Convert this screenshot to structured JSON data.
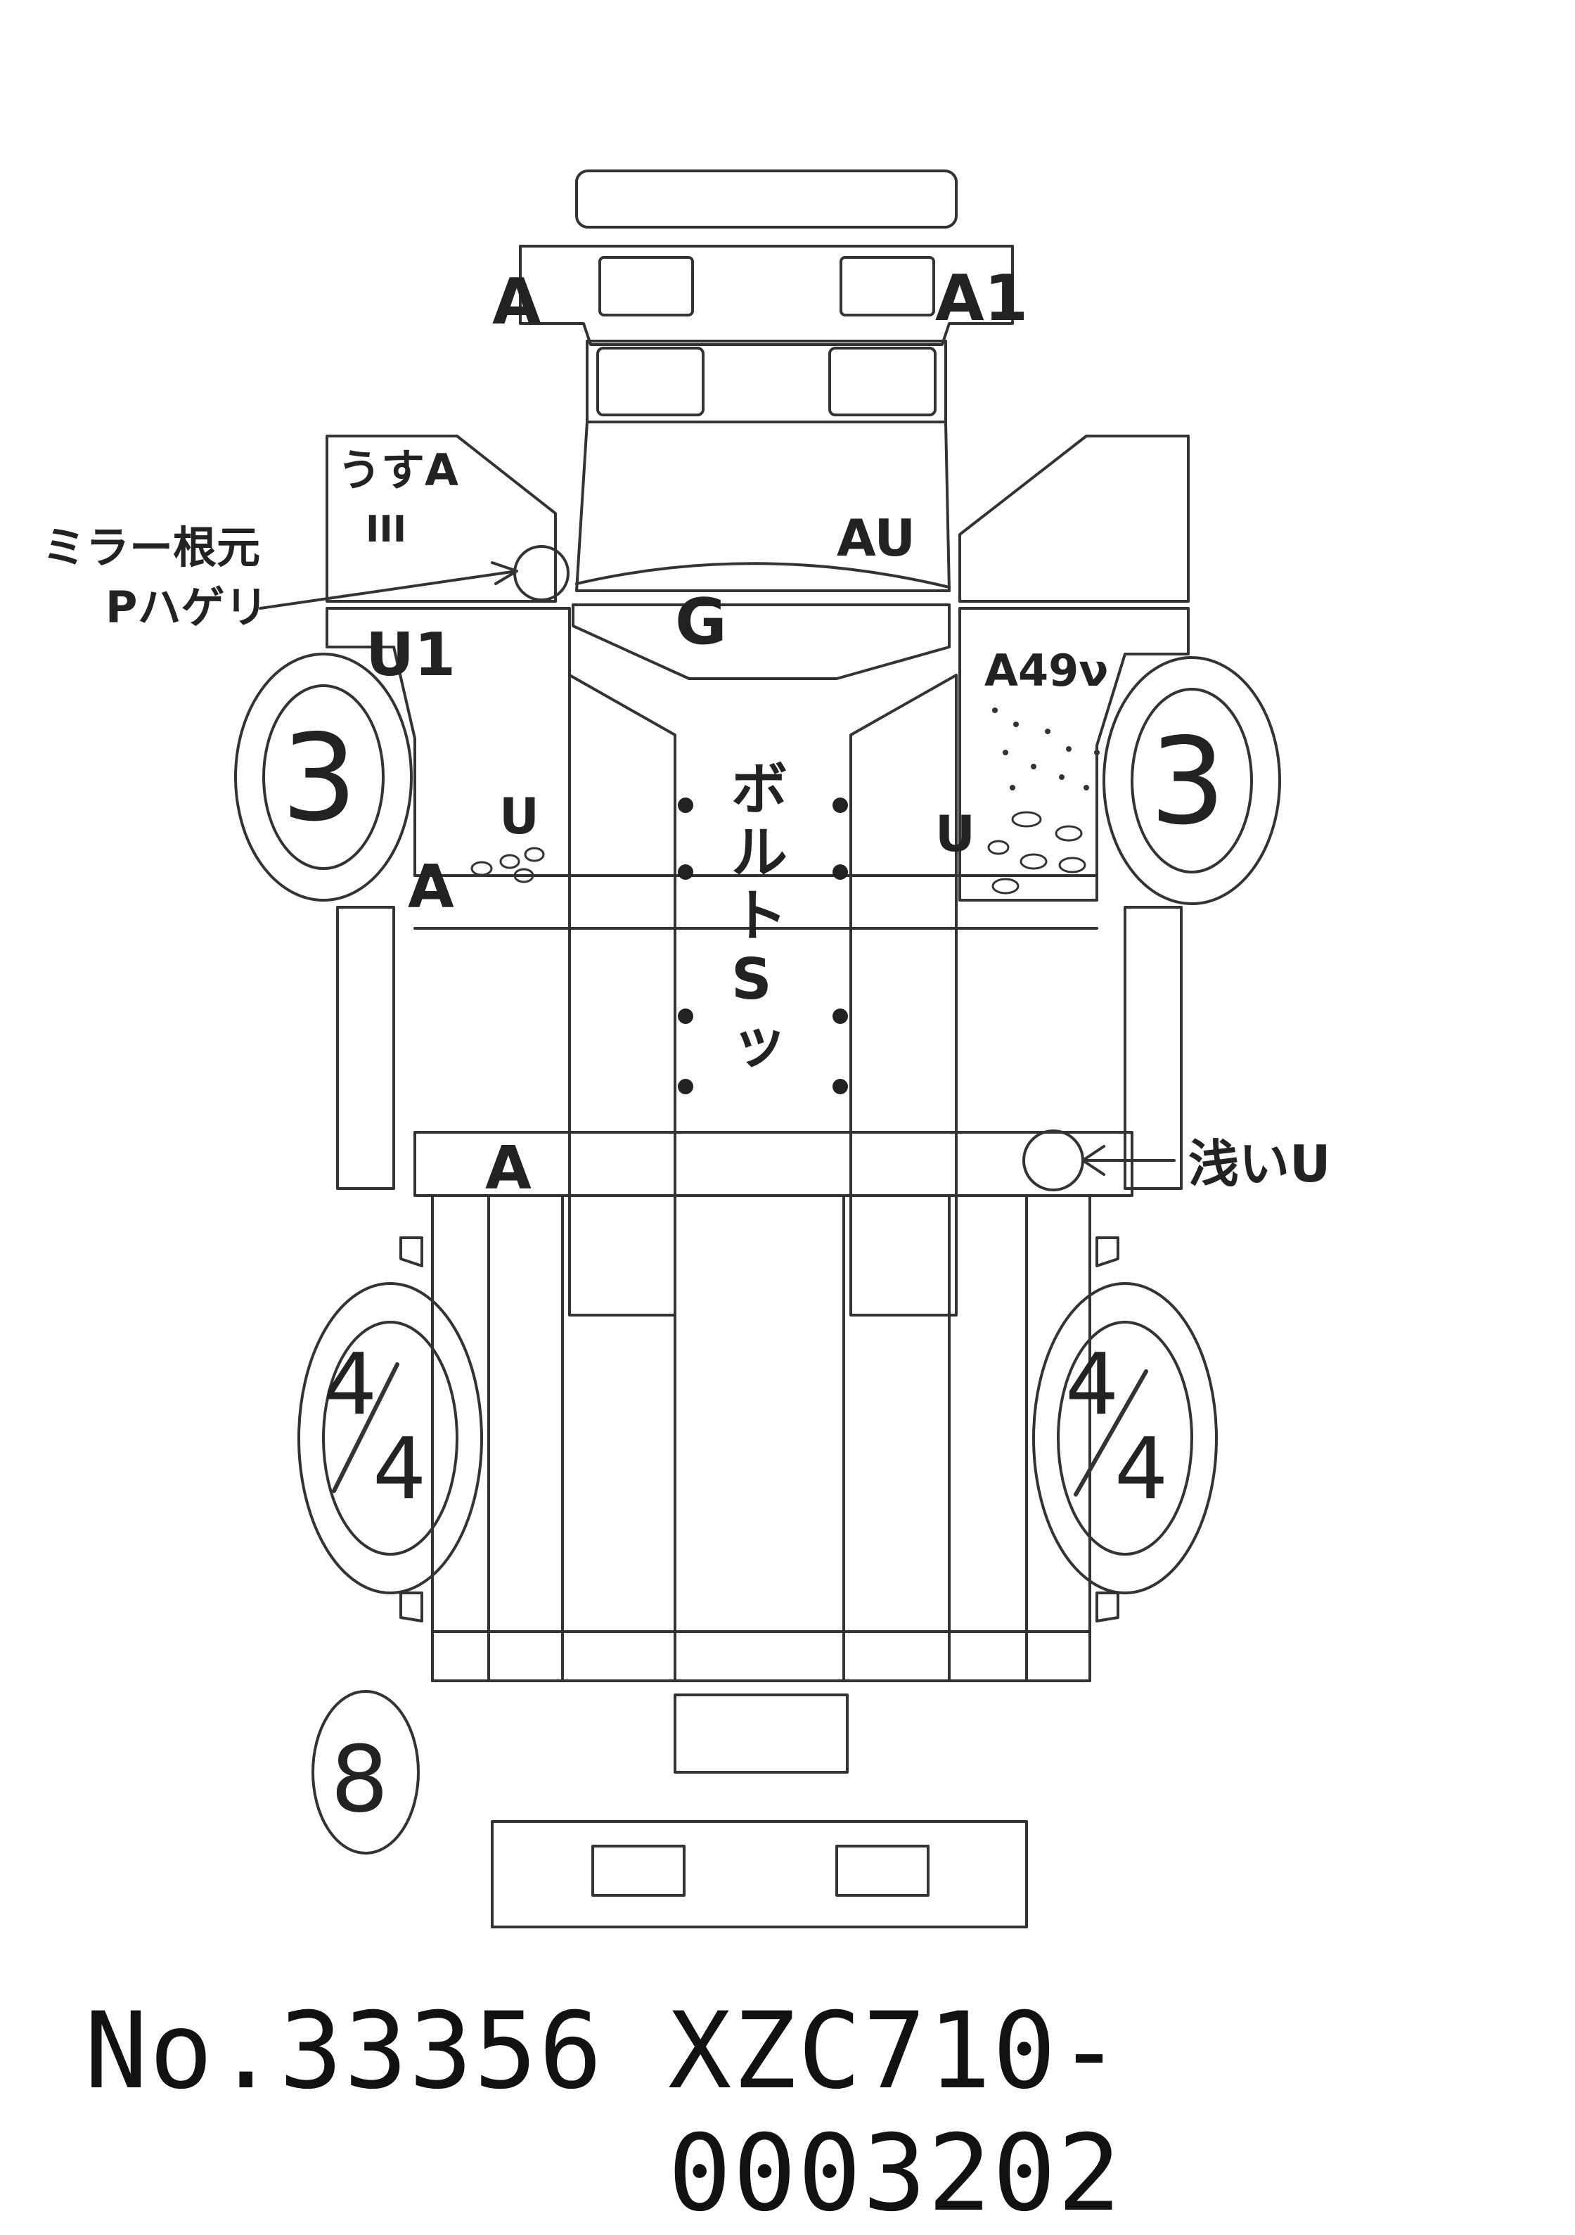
{
  "front": {
    "bumper_left": "A",
    "bumper_right": "A1"
  },
  "cab": {
    "left_panel_top": "うすA",
    "left_panel_marks": "III",
    "left_lower": "U1",
    "right_upper": "AU",
    "roof": "G",
    "right_lower": "A49ν"
  },
  "callouts": {
    "mirror": [
      "ミラー根元",
      "Pハゲリ"
    ],
    "shallow": "浅いU"
  },
  "body": {
    "left_mid": "U",
    "left_low": "A",
    "right_mid": "U",
    "rear_left": "A"
  },
  "frame": {
    "note_chars": [
      "ボ",
      "ル",
      "ト",
      "S",
      "ッ"
    ]
  },
  "tires": {
    "front_left": "3",
    "front_right": "3",
    "rear_left_top": "4",
    "rear_left_bottom": "4",
    "rear_right_top": "4",
    "rear_right_bottom": "4",
    "spare": "8"
  },
  "footer": {
    "lot_number": "No.33356",
    "chassis_number": "XZC710-0003202"
  }
}
